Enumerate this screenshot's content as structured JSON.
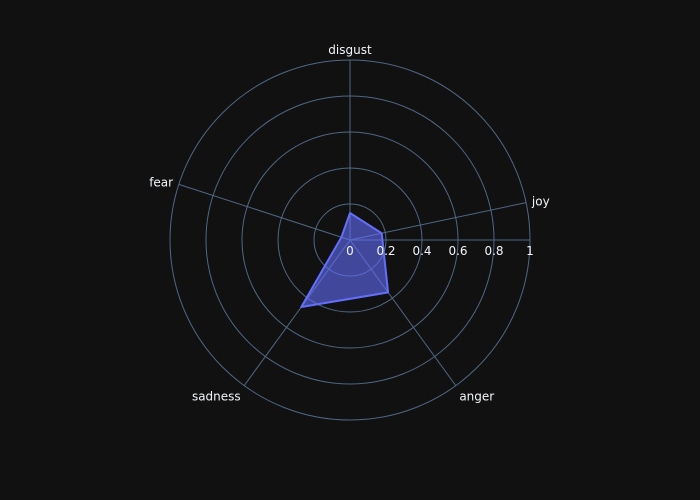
{
  "chart_data": {
    "type": "radar",
    "title": "",
    "categories": [
      "joy",
      "disgust",
      "fear",
      "sadness",
      "anger"
    ],
    "series": [
      {
        "values": [
          0.18,
          0.15,
          0.05,
          0.46,
          0.36
        ]
      }
    ],
    "radial_range": [
      0,
      1
    ],
    "radial_ticks": [
      "0",
      "0.2",
      "0.4",
      "0.6",
      "0.8",
      "1"
    ],
    "radial_tick_values": [
      0,
      0.2,
      0.4,
      0.6,
      0.8,
      1
    ],
    "grid": true,
    "legend": "none",
    "colors": {
      "background": "#111111",
      "grid": "#506784",
      "fill": "#636efa",
      "fill_opacity": 0.6,
      "line": "#636efa",
      "text": "#f2f5fa"
    }
  }
}
